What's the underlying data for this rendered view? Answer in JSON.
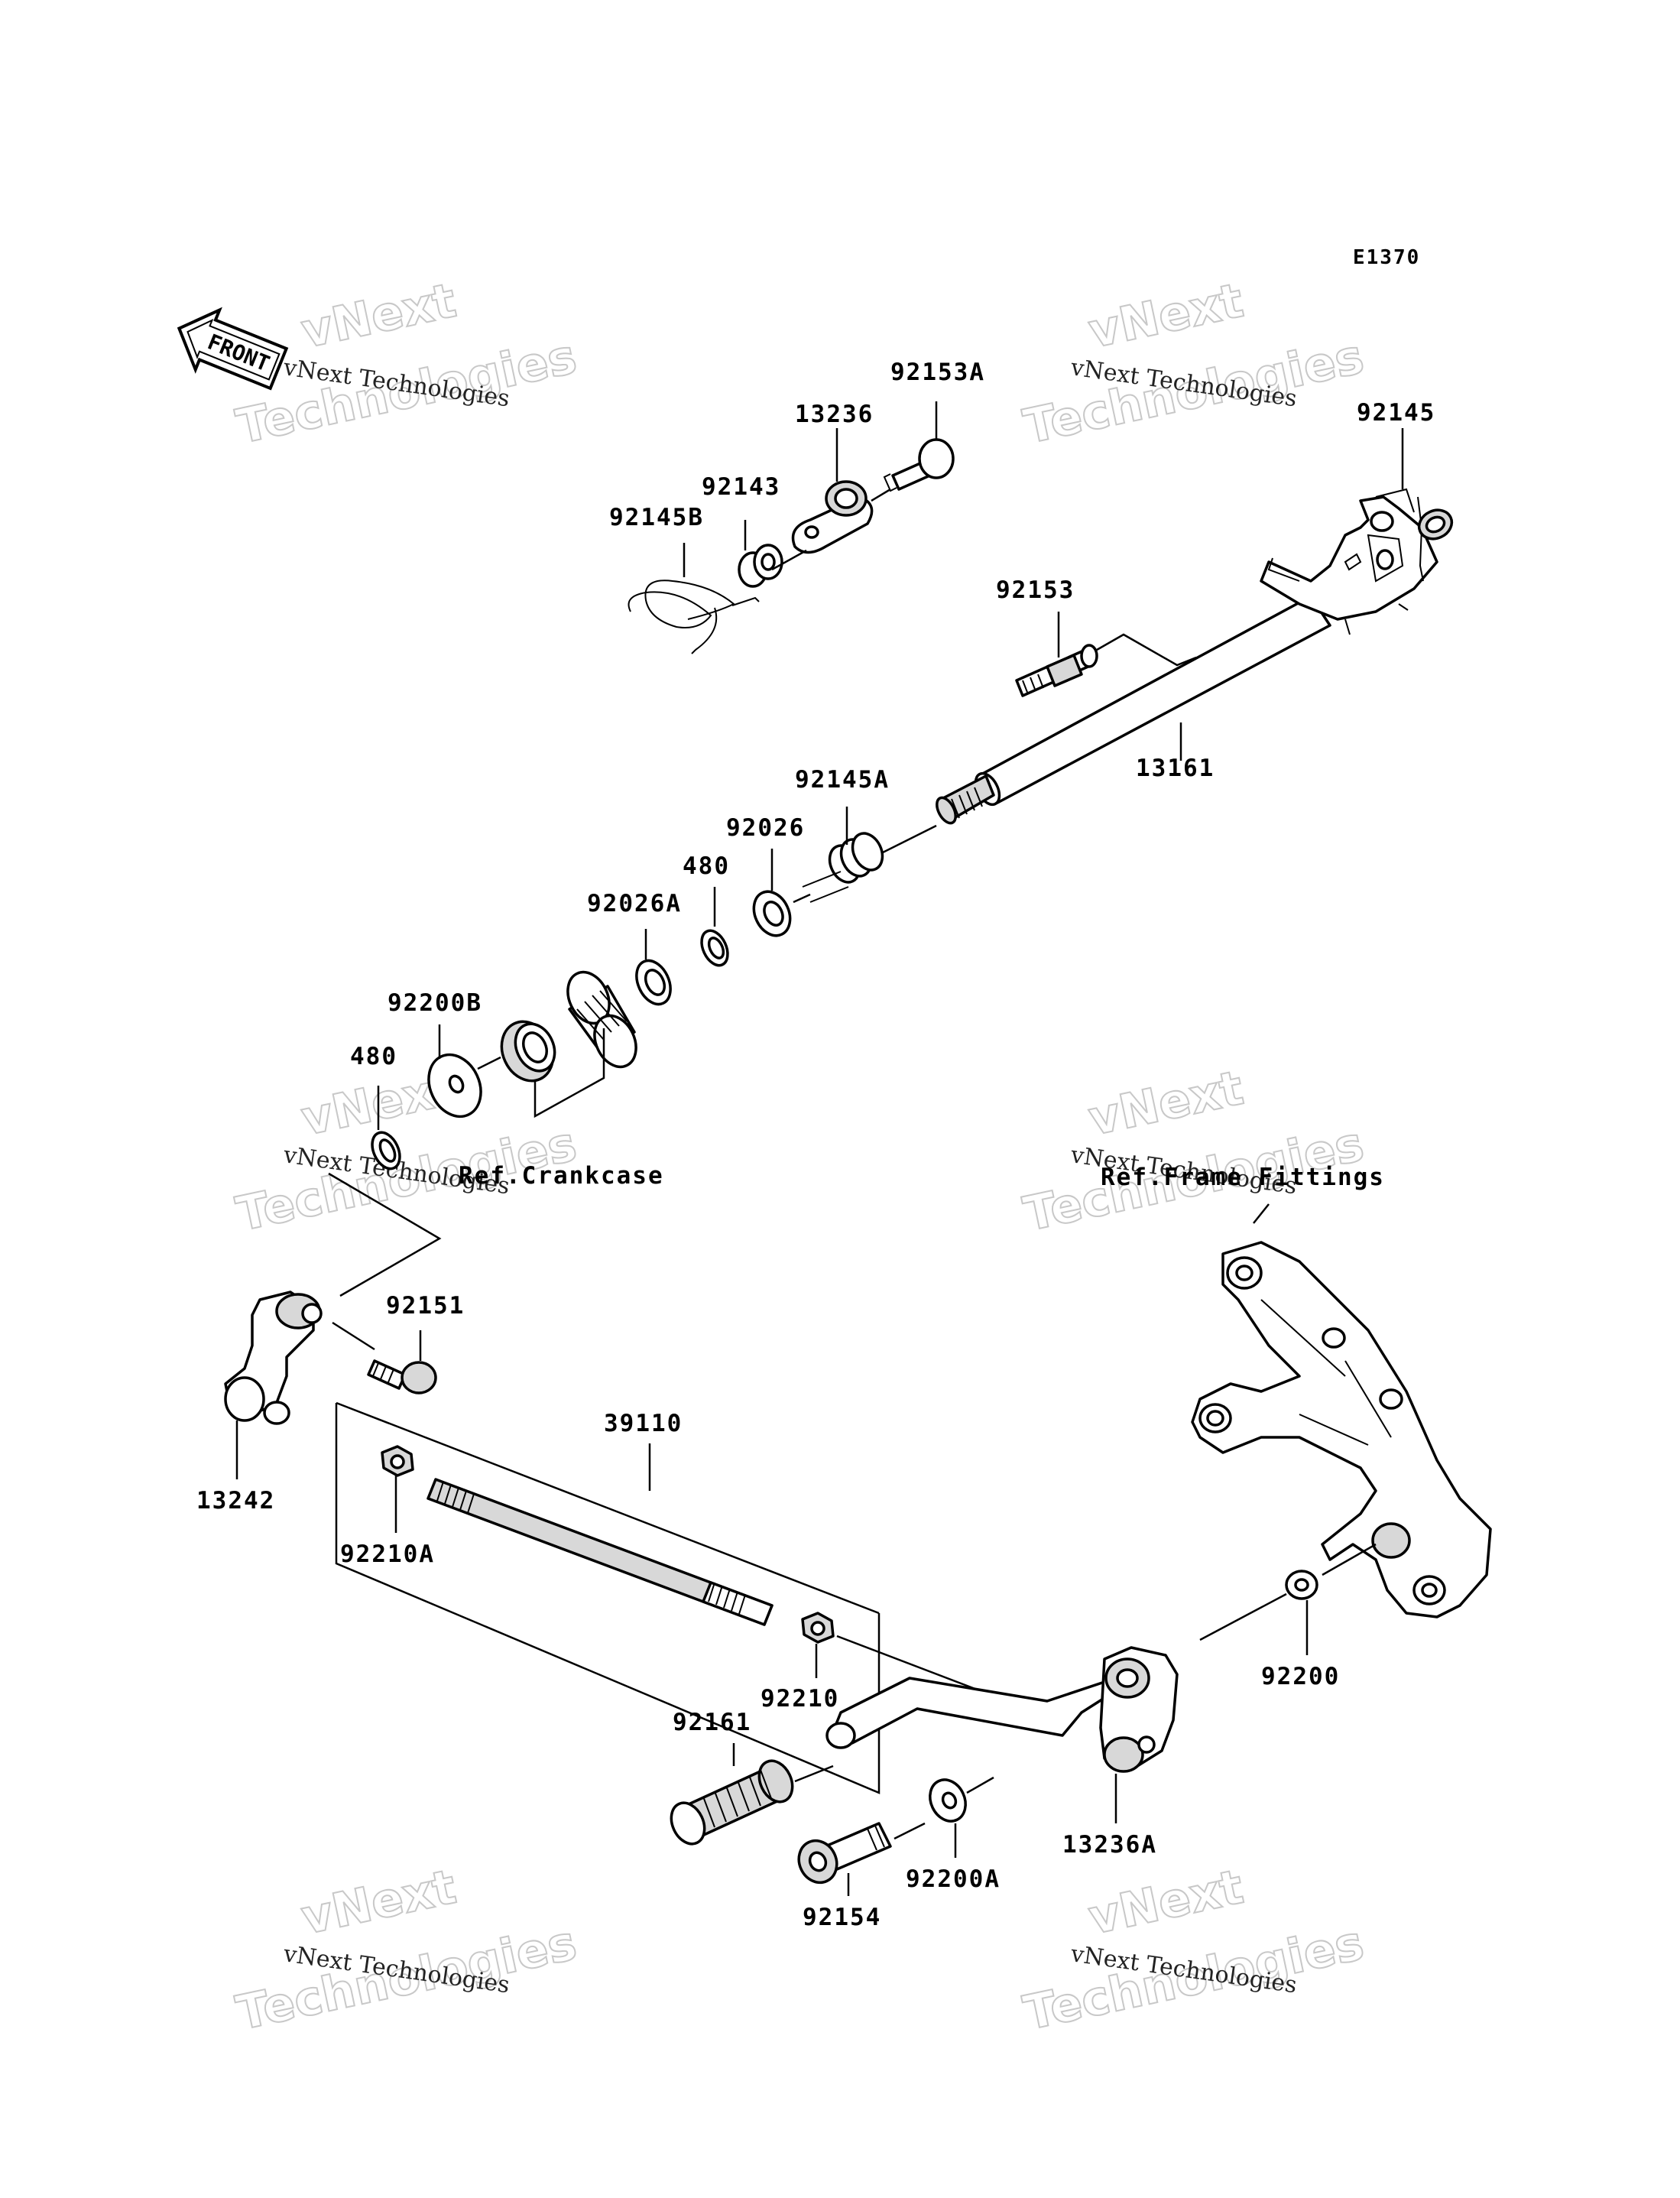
{
  "diagram_code": "E1370",
  "front_label": "FRONT",
  "watermark": {
    "line1": "vNext Technologies",
    "line2": "vNext",
    "line3": "Technologies"
  },
  "labels": {
    "p92153A": "92153A",
    "p13236": "13236",
    "p92143": "92143",
    "p92145B": "92145B",
    "p92145": "92145",
    "p92153": "92153",
    "p13161": "13161",
    "p92145A": "92145A",
    "p92026": "92026",
    "p480a": "480",
    "p92026A": "92026A",
    "p92200B": "92200B",
    "p480b": "480",
    "ref_crankcase": "Ref.Crankcase",
    "ref_frame": "Ref.Frame Fittings",
    "p92151": "92151",
    "p39110": "39110",
    "p13242": "13242",
    "p92210A": "92210A",
    "p92210": "92210",
    "p92200": "92200",
    "p92161": "92161",
    "p13236A": "13236A",
    "p92200A": "92200A",
    "p92154": "92154"
  }
}
